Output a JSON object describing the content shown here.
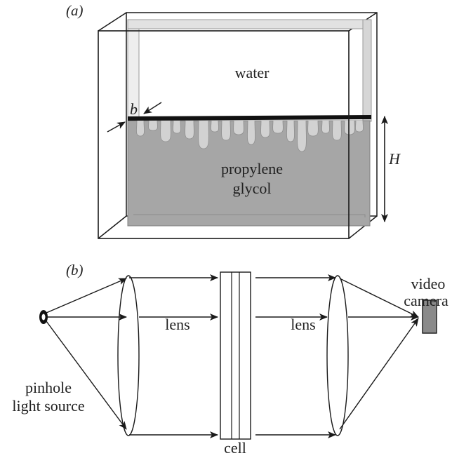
{
  "panel_a": {
    "label": "(a)",
    "upper_fluid": "water",
    "lower_fluid_line1": "propylene",
    "lower_fluid_line2": "glycol",
    "gap_symbol": "b",
    "height_symbol": "H",
    "colors": {
      "lower_fluid": "#a6a6a6",
      "interface": "#111111",
      "frame": "#1a1a1a",
      "glass": "#d9d9d9"
    }
  },
  "panel_b": {
    "label": "(b)",
    "source_line1": "pinhole",
    "source_line2": "light source",
    "lens_left": "lens",
    "lens_right": "lens",
    "cell": "cell",
    "camera_line1": "video",
    "camera_line2": "camera",
    "colors": {
      "camera": "#8a8a8a"
    }
  }
}
